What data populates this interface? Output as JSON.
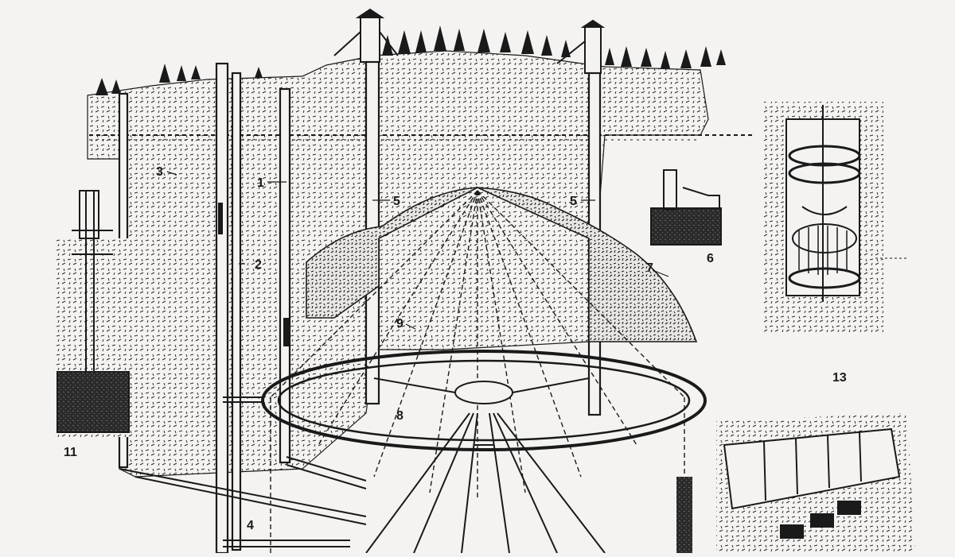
{
  "diagram": {
    "labels": {
      "shaft_1": "1",
      "shaft_2": "2",
      "shaft_3": "3",
      "drift_4": "4",
      "shaft_5_left": "5",
      "shaft_5_right": "5",
      "inset_6": "6",
      "slope_7": "7",
      "ring_8": "8",
      "cone_9": "9",
      "inset_11": "11",
      "inset_13": "13"
    },
    "colors": {
      "ink": "#1a1a1a",
      "paper": "#f4f3f1",
      "rock": "#c9c7c3"
    }
  }
}
